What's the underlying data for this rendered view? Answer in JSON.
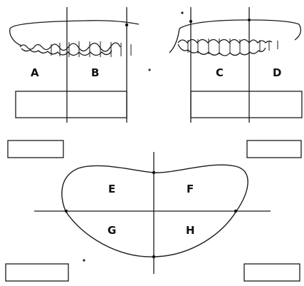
{
  "region_labels": {
    "upper_left_left": "A",
    "upper_left_right": "B",
    "upper_right_left": "C",
    "upper_right_right": "D",
    "palate_upper_left": "E",
    "palate_upper_right": "F",
    "palate_lower_left": "G",
    "palate_lower_right": "H"
  },
  "colors": {
    "ink": "#111111",
    "line": "#1a1a1a",
    "background": "#ffffff"
  }
}
